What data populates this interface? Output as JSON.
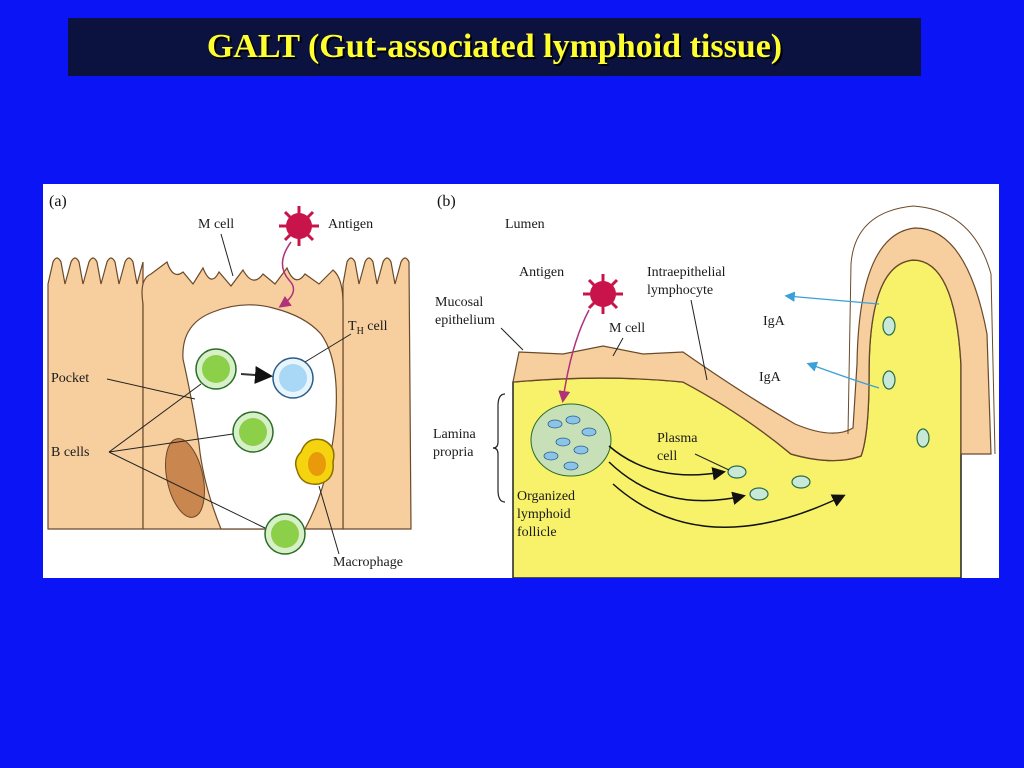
{
  "title": "GALT (Gut-associated lymphoid tissue)",
  "colors": {
    "background": "#0a14f5",
    "title_bar": "#0c1240",
    "title_text": "#ffff30",
    "tissue": "#f7cf9f",
    "lamina_propria": "#f7f26a",
    "pocket": "#ffffff",
    "b_cell": "#8cd04a",
    "th_cell": "#a8d8f5",
    "macrophage": "#f5d30f",
    "antigen": "#c8144a"
  },
  "panel_a": {
    "tag": "(a)",
    "labels": {
      "m_cell": "M cell",
      "antigen": "Antigen",
      "th_main": "T",
      "th_sub": "H",
      "th_rest": " cell",
      "pocket": "Pocket",
      "b_cells": "B cells",
      "macrophage": "Macrophage"
    }
  },
  "panel_b": {
    "tag": "(b)",
    "labels": {
      "lumen": "Lumen",
      "antigen": "Antigen",
      "iel_line1": "Intraepithelial",
      "iel_line2": "lymphocyte",
      "mucosal_line1": "Mucosal",
      "mucosal_line2": "epithelium",
      "m_cell": "M cell",
      "iga_1": "IgA",
      "iga_2": "IgA",
      "lamina_line1": "Lamina",
      "lamina_line2": "propria",
      "plasma_line1": "Plasma",
      "plasma_line2": "cell",
      "follicle_line1": "Organized",
      "follicle_line2": "lymphoid",
      "follicle_line3": "follicle"
    }
  }
}
